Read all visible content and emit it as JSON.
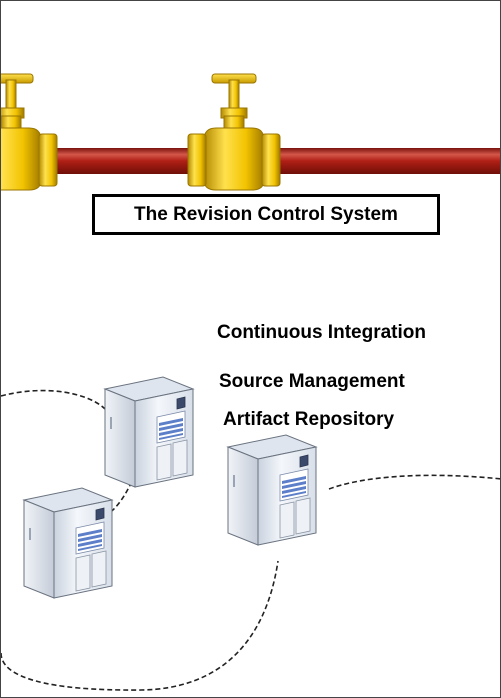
{
  "diagram": {
    "title": "The Revision Control System",
    "labels": [
      "Continuous Integration",
      "Source Management",
      "Artifact Repository"
    ]
  },
  "colors": {
    "pipe": "#b01f16",
    "pipe_highlight": "#d4574a",
    "valve": "#f2c300",
    "valve_dark": "#b38900",
    "server_body": "#e9eef5",
    "server_panel": "#5d7fc9",
    "dashed_line": "#222222",
    "box_border": "#000000"
  },
  "icons": [
    "pipe-icon",
    "valve-icon",
    "server-icon"
  ]
}
